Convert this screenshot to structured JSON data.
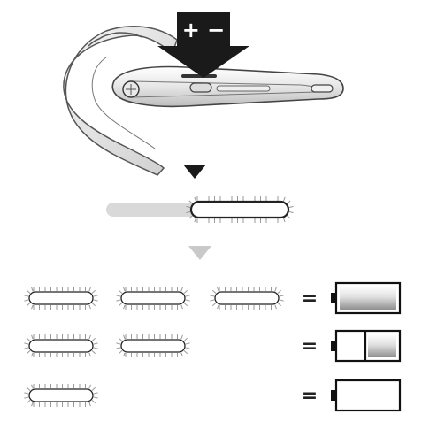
{
  "press_arrow": {
    "label": "+ −",
    "icon": "down-arrow-icon"
  },
  "pointer_arrows": [
    {
      "name": "dark-triangle-icon",
      "color": "#1a1a1a"
    },
    {
      "name": "light-triangle-icon",
      "color": "#c9c9c9"
    }
  ],
  "indicator_demo": {
    "grey_bar_color": "#d9d9d9",
    "lit_pill": "flashing-led-icon"
  },
  "battery_rows": [
    {
      "flashes": 3,
      "equals": "=",
      "battery_level": 1.0
    },
    {
      "flashes": 2,
      "equals": "=",
      "battery_level": 0.5
    },
    {
      "flashes": 1,
      "equals": "=",
      "battery_level": 0.0
    }
  ]
}
